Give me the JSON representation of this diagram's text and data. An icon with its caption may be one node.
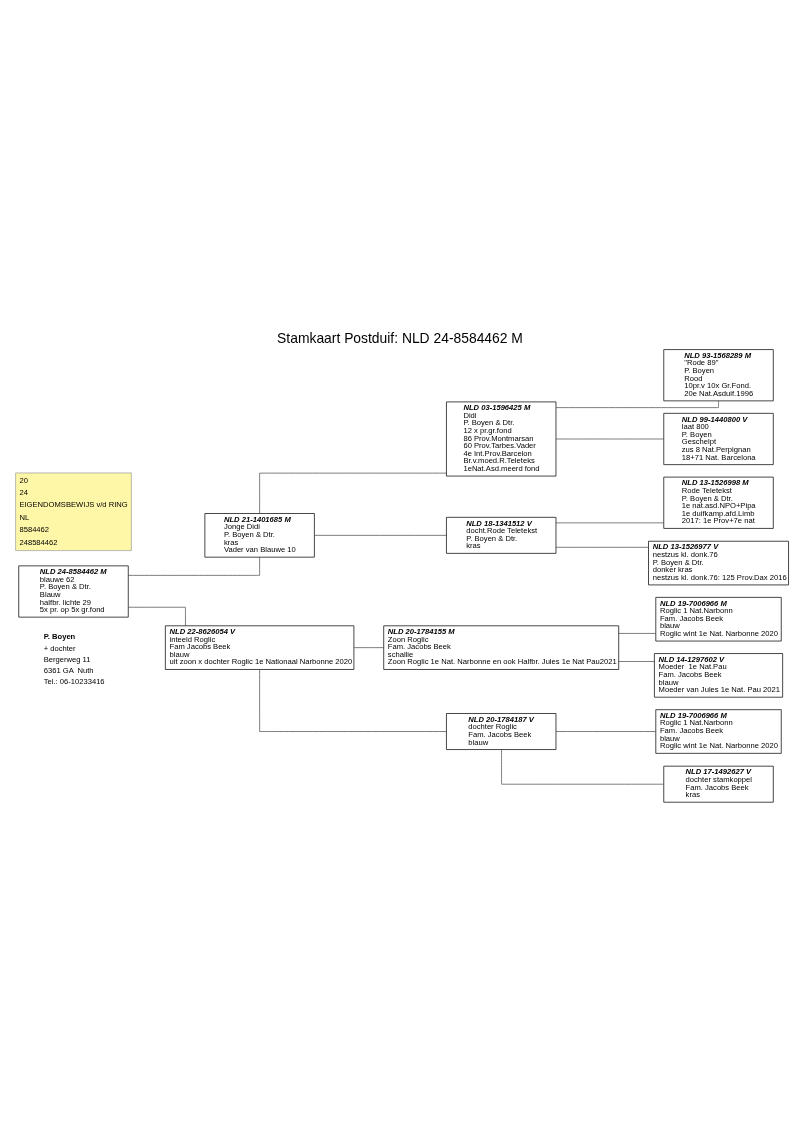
{
  "diagram": {
    "title": "Stamkaart Postduif: NLD 24-8584462 M",
    "nodes": [
      {
        "text": [
          "NLD 24-8584462 M",
          "blauwe 62",
          "P. Boyen & Dtr.",
          "Blauw",
          "halfbr. lichte 29",
          "5x pr. op 5x gr.fond"
        ]
      },
      {
        "text": [
          "NLD 21-1401685 M",
          "Jonge Didi",
          "P. Boyen & Dtr.",
          "kras",
          "Vader van Blauwe 10"
        ]
      },
      {
        "text": [
          "NLD 22-8626054 V",
          "inteeld Roglic",
          "Fam Jacobs Beek",
          "blauw",
          "uit zoon x dochter Roglic 1e Nationaal Narbonne 2020"
        ]
      },
      {
        "text": [
          "NLD 03-1596425 M",
          "Didi",
          "P. Boyen & Dtr.",
          "12 x pr.gr.fond",
          "86 Prov.Montmarsan",
          "60 Prov.Tarbes.Vader",
          "4e Int.Prov.Barcelon",
          "Br.v.moed.R.Teleteks",
          "1eNat.Asd.meerd fond"
        ]
      },
      {
        "text": [
          "NLD 18-1341512 V",
          "docht.Rode Teletekst",
          "P. Boyen & Dtr.",
          "kras"
        ]
      },
      {
        "text": [
          "NLD 20-1784155 M",
          "Zoon Roglic",
          "Fam. Jacobs Beek",
          "schallie",
          "Zoon Roglic 1e Nat. Narbonne en ook Halfbr. Jules 1e Nat Pau2021"
        ]
      },
      {
        "text": [
          "NLD 20-1784187 V",
          "dochter Roglic",
          "Fam. Jacobs Beek",
          "blauw"
        ]
      },
      {
        "text": [
          "NLD 93-1568289 M",
          "\"Rode 89\"",
          "P. Boyen",
          "Rood",
          "10pr.v 10x Gr.Fond.",
          "20e Nat.Asduif.1996"
        ]
      },
      {
        "text": [
          "NLD 99-1440800 V",
          "laat 800",
          "P. Boyen",
          "Geschelpt",
          "zus 8 Nat.Perpignan",
          "18+71 Nat. Barcelona"
        ]
      },
      {
        "text": [
          "NLD 13-1526998 M",
          "Rode Teletekst",
          "P. Boyen & Dtr.",
          "1e nat.asd.NPO+Pipa",
          "1e duifkamp.afd.Limb",
          "2017: 1e Prov+7e nat"
        ]
      },
      {
        "text": [
          "NLD 13-1526977 V",
          "nestzus kl. donk.76",
          "P. Boyen & Dtr.",
          "donker kras",
          "nestzus kl. donk.76: 125 Prov.Dax 2016"
        ]
      },
      {
        "text": [
          "NLD 19-7006966 M",
          "Roglic 1 Nat.Narbonn",
          "Fam. Jacobs Beek",
          "blauw",
          "Roglic wint 1e Nat. Narbonne 2020"
        ]
      },
      {
        "text": [
          "NLD 14-1297602 V",
          "Moeder  1e Nat.Pau",
          "Fam. Jacobs Beek",
          "blauw",
          "Moeder van Jules 1e Nat. Pau 2021"
        ]
      },
      {
        "text": [
          "NLD 19-7006966 M",
          "Roglic 1 Nat.Narbonn",
          "Fam. Jacobs Beek",
          "blauw",
          "Roglic wint 1e Nat. Narbonne 2020"
        ]
      },
      {
        "text": [
          "NLD 17-1492627 V",
          "dochter stamkoppel",
          "Fam. Jacobs Beek",
          "kras"
        ]
      }
    ],
    "edges": [
      {
        "from": 0,
        "to": 1,
        "arrow": "none"
      },
      {
        "from": 0,
        "to": 2,
        "arrow": "none"
      },
      {
        "from": 1,
        "to": 3,
        "arrow": "none"
      },
      {
        "from": 1,
        "to": 4,
        "arrow": "none"
      },
      {
        "from": 2,
        "to": 5,
        "arrow": "none"
      },
      {
        "from": 2,
        "to": 6,
        "arrow": "none"
      },
      {
        "from": 3,
        "to": 7,
        "arrow": "none"
      },
      {
        "from": 3,
        "to": 8,
        "arrow": "none"
      },
      {
        "from": 4,
        "to": 9,
        "arrow": "none"
      },
      {
        "from": 4,
        "to": 10,
        "arrow": "none"
      },
      {
        "from": 5,
        "to": 11,
        "arrow": "none"
      },
      {
        "from": 5,
        "to": 12,
        "arrow": "none"
      },
      {
        "from": 6,
        "to": 13,
        "arrow": "none"
      },
      {
        "from": 6,
        "to": 14,
        "arrow": "none"
      }
    ],
    "labels": [
      "20",
      "24",
      "EIGENDOMSBEWIJS v/d RING",
      "NL",
      "8584462",
      "248584462",
      "P. Boyen",
      "+ dochter",
      "Bergerweg 11",
      "6361 GA  Nuth",
      "Tel.: 06-10233416"
    ]
  }
}
